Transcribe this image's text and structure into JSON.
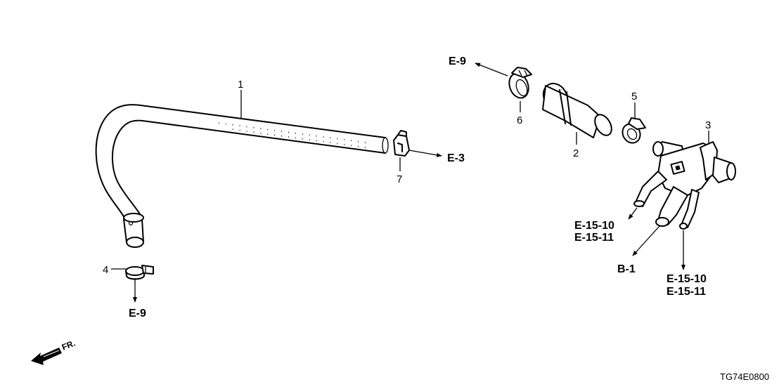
{
  "parts": {
    "p1": "1",
    "p2": "2",
    "p3": "3",
    "p4": "4",
    "p5": "5",
    "p6": "6",
    "p7": "7"
  },
  "refs": {
    "e9_top": "E-9",
    "e3": "E-3",
    "e9_bottom": "E-9",
    "e1510_a": "E-15-10",
    "e1511_a": "E-15-11",
    "b1": "B-1",
    "e1510_b": "E-15-10",
    "e1511_b": "E-15-11"
  },
  "front_label": "FR.",
  "diagram_code": "TG74E0800"
}
